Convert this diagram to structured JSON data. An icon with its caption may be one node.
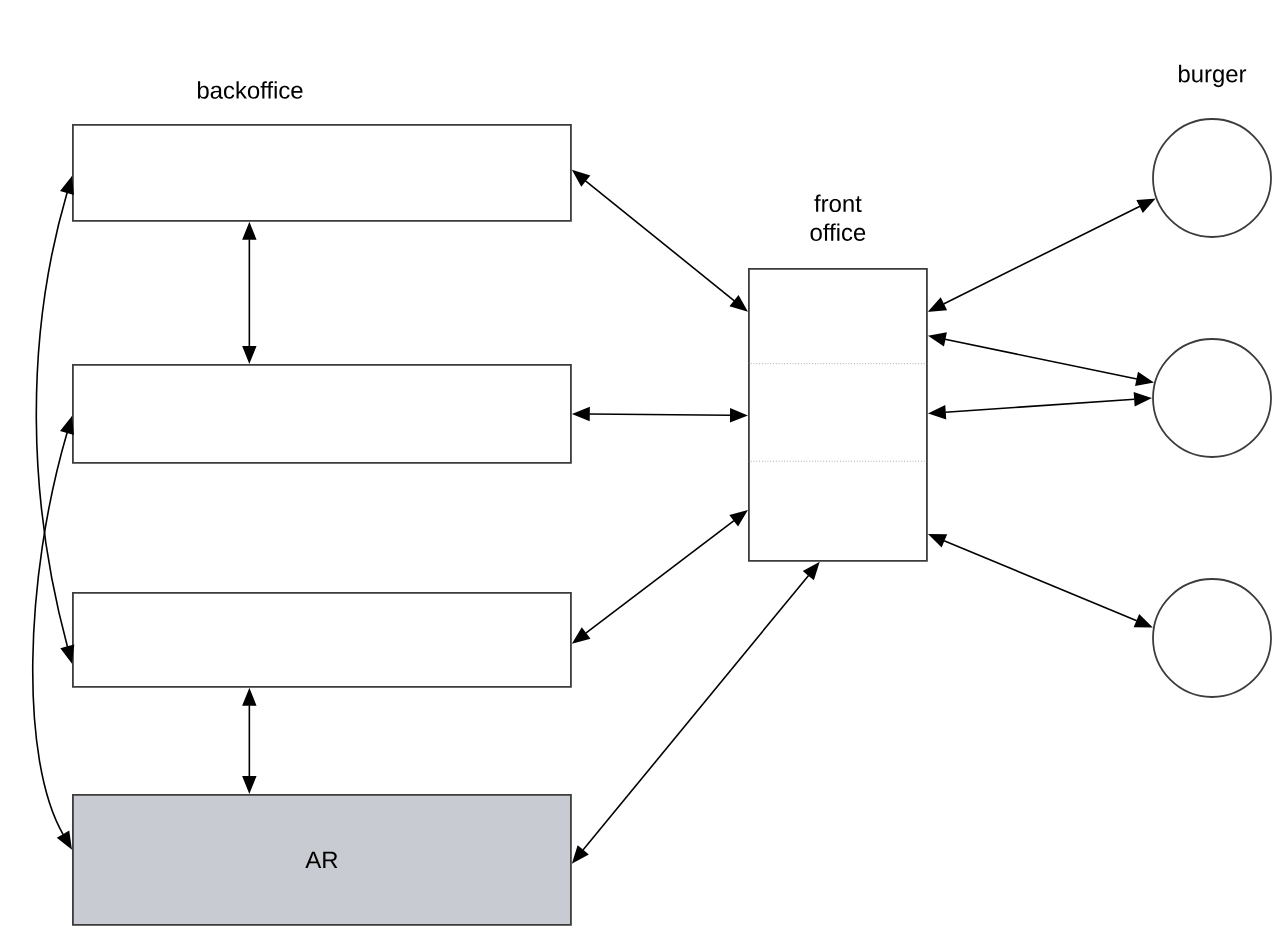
{
  "diagram": {
    "nodes": [
      {
        "text": [],
        "shape": "box"
      },
      {
        "text": [],
        "shape": "box"
      },
      {
        "text": [],
        "shape": "box"
      },
      {
        "text": [
          "AR"
        ]
      },
      {
        "text": [
          "front office"
        ]
      },
      {
        "text": [],
        "shape": "circle"
      },
      {
        "text": [],
        "shape": "circle"
      },
      {
        "text": [],
        "shape": "circle"
      }
    ],
    "edges": [
      {
        "from": 0,
        "to": 4,
        "arrow": "both"
      },
      {
        "from": 1,
        "to": 4,
        "arrow": "both"
      },
      {
        "from": 2,
        "to": 4,
        "arrow": "both"
      },
      {
        "from": 3,
        "to": 4,
        "arrow": "both"
      },
      {
        "from": 4,
        "to": 5,
        "arrow": "both"
      },
      {
        "from": 4,
        "to": 6,
        "arrow": "both"
      },
      {
        "from": 4,
        "to": 6,
        "arrow": "both"
      },
      {
        "from": 4,
        "to": 7,
        "arrow": "both"
      },
      {
        "from": 0,
        "to": 1,
        "arrow": "both"
      },
      {
        "from": 2,
        "to": 3,
        "arrow": "both"
      },
      {
        "from": 0,
        "to": 2,
        "arrow": "both"
      },
      {
        "from": 1,
        "to": 3,
        "arrow": "both"
      }
    ],
    "labels": [
      "backoffice",
      "burger"
    ]
  }
}
